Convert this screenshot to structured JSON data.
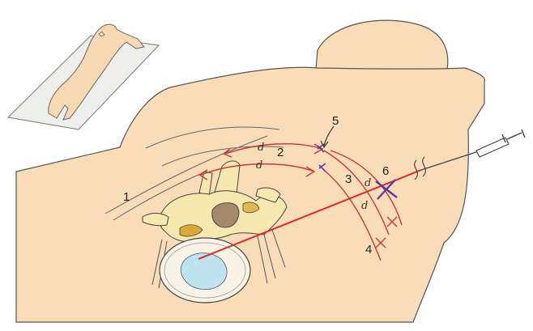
{
  "labels": {
    "l1": "1",
    "l2": "2",
    "l3": "3",
    "l4": "4",
    "l5": "5",
    "l6": "6",
    "d": "d"
  },
  "colors": {
    "skin": "#f8ddb8",
    "skin_outline": "#555555",
    "bone": "#f7e8b0",
    "bone_dark": "#d9a93a",
    "disc": "#bfe3f0",
    "needle_red": "#e0262a",
    "nerve_red": "#c8373a",
    "cross_violet": "#5a3aa0",
    "mini_pad": "#eeeeea"
  }
}
